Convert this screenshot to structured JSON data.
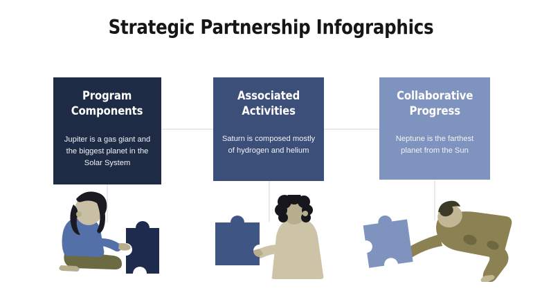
{
  "slide": {
    "title": "Strategic Partnership Infographics",
    "background_color": "#ffffff",
    "connector_color": "#e9eaec"
  },
  "cards": [
    {
      "id": "program-components",
      "heading_line_1": "Program",
      "heading_line_2": "Components",
      "body": "Jupiter is a gas giant and the biggest planet in the Solar System",
      "background_color": "#1e2b45",
      "text_color": "#ffffff"
    },
    {
      "id": "associated-activities",
      "heading_line_1": "Associated",
      "heading_line_2": "Activities",
      "body": "Saturn is composed mostly of hydrogen and helium",
      "background_color": "#3c4f79",
      "text_color": "#ffffff"
    },
    {
      "id": "collaborative-progress",
      "heading_line_1": "Collaborative",
      "heading_line_2": "Progress",
      "body": "Neptune is the farthest planet from the Sun",
      "background_color": "#7f93bf",
      "text_color": "#ffffff"
    }
  ],
  "illustrations": [
    {
      "id": "kneeling-person-with-puzzle-piece",
      "puzzle_piece_color": "#1e2b4d",
      "clothing_top_color": "#5470a8",
      "clothing_bottom_color": "#6b6a43",
      "hair_color": "#1a1a22",
      "skin_color": "#c9bfa4"
    },
    {
      "id": "standing-person-with-puzzle-piece",
      "puzzle_piece_color": "#3f5684",
      "clothing_color": "#cdc4a8",
      "hair_color": "#17161c",
      "skin_color": "#b8ad8c"
    },
    {
      "id": "leaning-person-with-puzzle-piece",
      "puzzle_piece_color": "#7f93bf",
      "clothing_color": "#8c8152",
      "hair_color": "#3b3a28",
      "skin_color": "#c2b795"
    }
  ]
}
